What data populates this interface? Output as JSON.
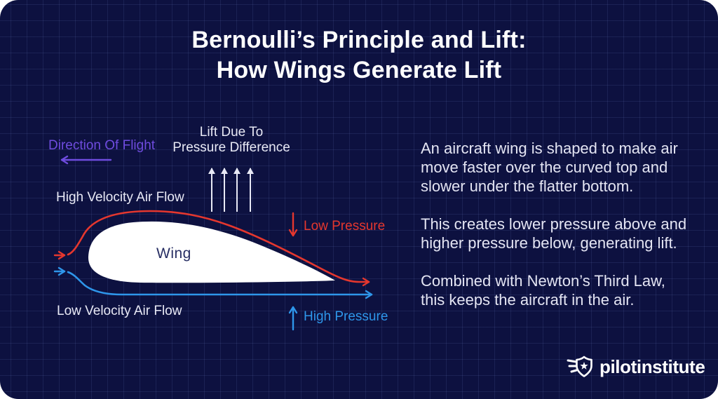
{
  "title": {
    "line1": "Bernoulli’s Principle and Lift:",
    "line2": "How Wings Generate Lift"
  },
  "diagram": {
    "direction_label": "Direction Of Flight",
    "lift_label": "Lift Due To Pressure Difference",
    "lift_label_line1": "Lift Due To",
    "lift_label_line2": "Pressure Difference",
    "high_velocity_label": "High Velocity Air Flow",
    "low_velocity_label": "Low Velocity Air Flow",
    "low_pressure_label": "Low Pressure",
    "high_pressure_label": "High Pressure",
    "wing_label": "Wing"
  },
  "explanation": {
    "paragraph1": "An aircraft wing is shaped to make air move faster over the curved top and slower under the flatter bottom.",
    "paragraph2": "This creates lower pressure above and higher pressure below, generating lift.",
    "paragraph3": "Combined with Newton’s Third Law, this keeps the aircraft in the air."
  },
  "footer": {
    "brand": "pilotinstitute"
  },
  "colors": {
    "background": "#0d1140",
    "grid_line": "#1e2452",
    "title_text": "#ffffff",
    "body_text": "#e4e5f3",
    "purple_accent": "#6f4cdf",
    "red_accent": "#e5372e",
    "blue_accent": "#2e96ea",
    "wing_fill": "#ffffff",
    "wing_text": "#272e63"
  }
}
